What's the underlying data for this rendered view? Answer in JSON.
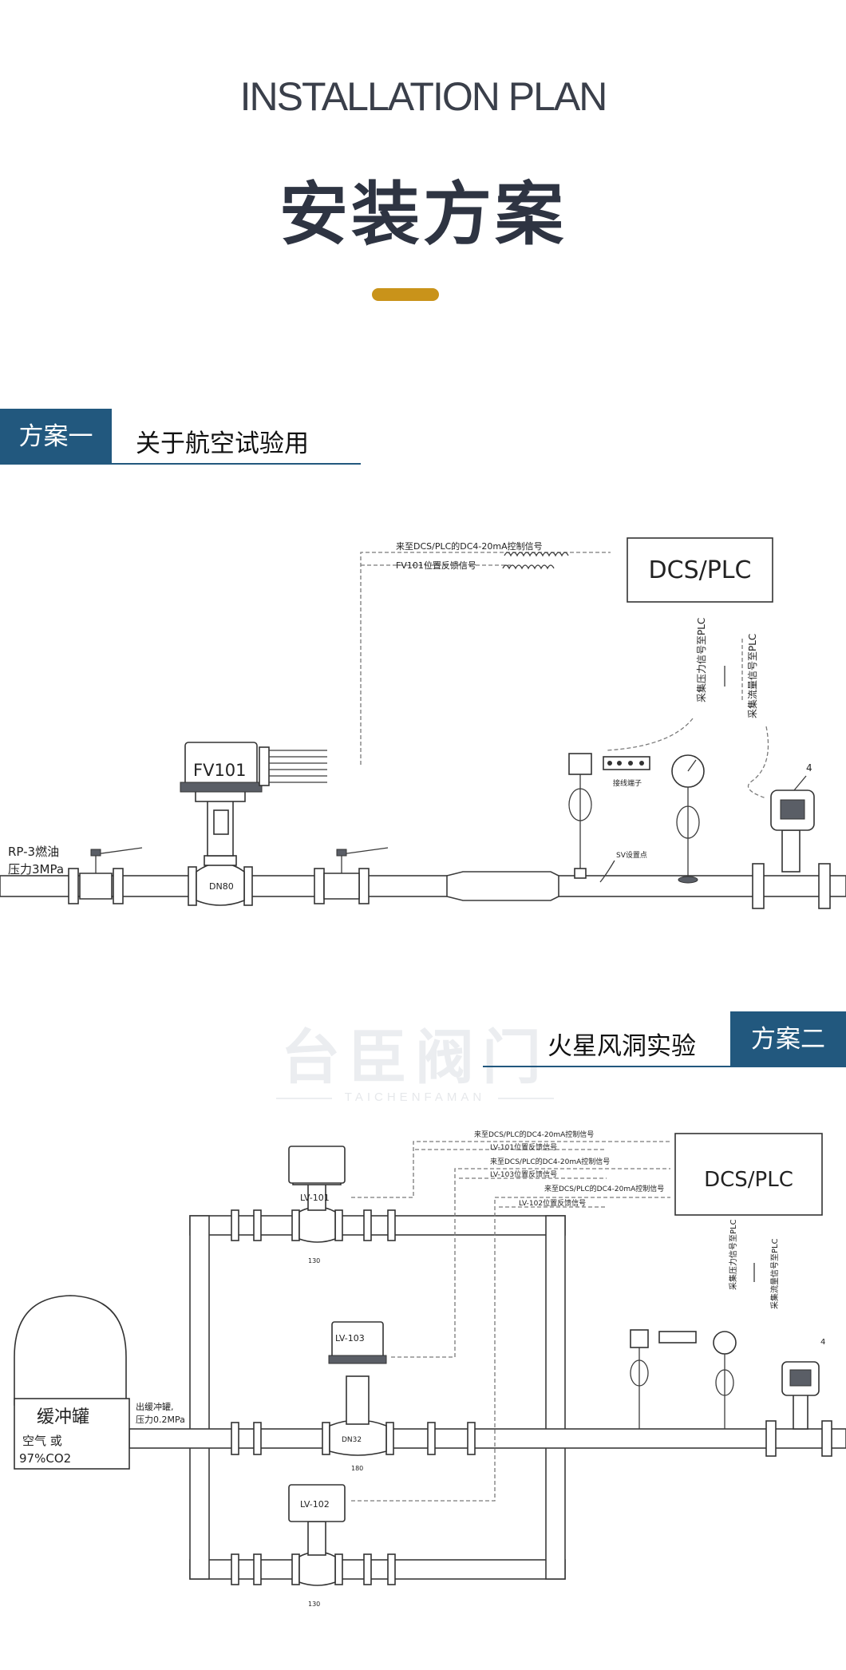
{
  "header": {
    "title_en": "INSTALLATION PLAN",
    "title_zh": "安装方案"
  },
  "scheme1": {
    "tab": "方案一",
    "subtitle": "关于航空试验用",
    "signal_in": "来至DCS/PLC的DC4-20mA控制信号",
    "signal_feedback": "FV101位置反馈信号",
    "dcs_label": "DCS/PLC",
    "valve_tag": "FV101",
    "valve_size": "DN80",
    "inlet_line1": "RP-3燃油",
    "inlet_line2": "压力3MPa",
    "pressure_signal": "采集压力信号至PLC",
    "flow_signal": "采集流量信号至PLC",
    "terminal_label": "接线端子",
    "sv_label": "SV设置点",
    "flowmeter_num": "4"
  },
  "scheme2": {
    "tab": "方案二",
    "subtitle": "火星风洞实验",
    "watermark": "台臣阀门",
    "watermark_sub": "TAICHENFAMAN",
    "signals": [
      "来至DCS/PLC的DC4-20mA控制信号",
      "LV-101位置反馈信号",
      "来至DCS/PLC的DC4-20mA控制信号",
      "LV-103位置反馈信号",
      "来至DCS/PLC的DC4-20mA控制信号",
      "LV-102位置反馈信号"
    ],
    "dcs_label": "DCS/PLC",
    "valves": [
      "LV-101",
      "LV-103",
      "LV-102"
    ],
    "center_size": "DN32",
    "tank_title": "缓冲罐",
    "tank_line1": "空气 或",
    "tank_line2": "97%CO2",
    "outlet_line1": "出缓冲罐,",
    "outlet_line2": "压力0.2MPa",
    "pressure_signal": "采集压力信号至PLC",
    "flow_signal": "采集流量信号至PLC",
    "flowmeter_num": "4",
    "dim_labels": [
      "130",
      "180",
      "130"
    ]
  }
}
